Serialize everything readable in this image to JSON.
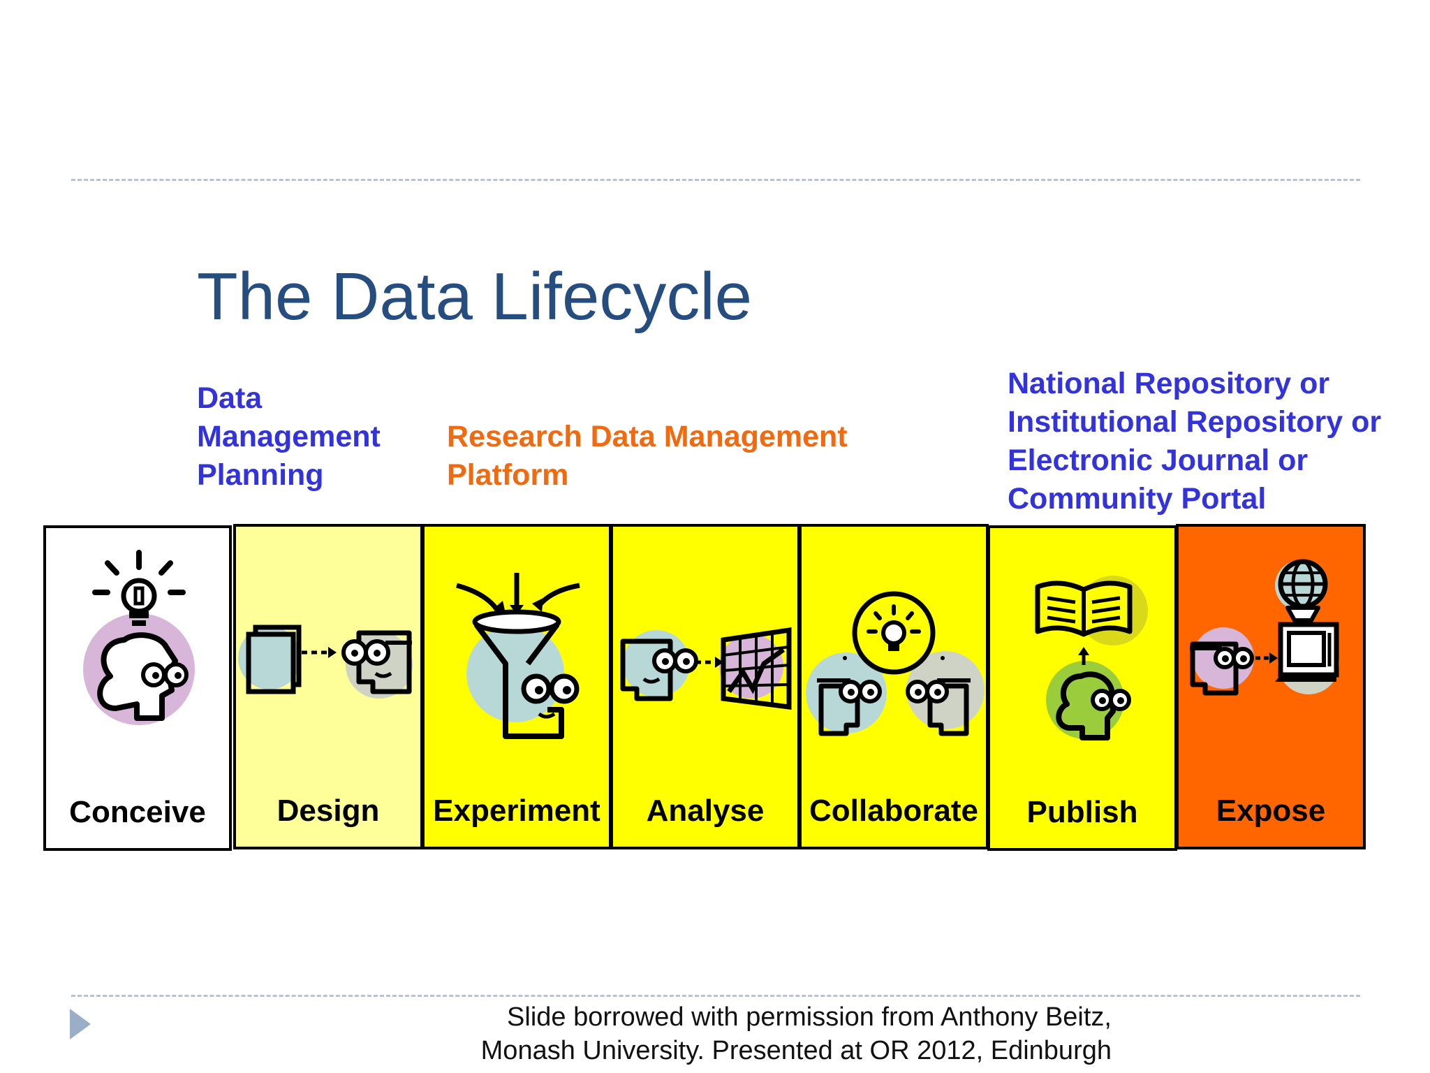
{
  "title": "The Data Lifecycle",
  "labels": {
    "dmp": [
      "Data",
      "Management",
      "Planning"
    ],
    "rdmp": [
      "Research Data Management",
      "Platform"
    ],
    "repository": [
      "National Repository or",
      "Institutional Repository or",
      "Electronic Journal or",
      "Community Portal"
    ]
  },
  "stages": [
    {
      "name": "Conceive",
      "icon": "lightbulb-thinker-icon",
      "color": "#ffffff"
    },
    {
      "name": "Design",
      "icon": "document-to-person-icon",
      "color": "#ffff99"
    },
    {
      "name": "Experiment",
      "icon": "funnel-person-icon",
      "color": "#ffff00"
    },
    {
      "name": "Analyse",
      "icon": "person-to-chart-icon",
      "color": "#ffff00"
    },
    {
      "name": "Collaborate",
      "icon": "two-people-idea-icon",
      "color": "#ffff00"
    },
    {
      "name": "Publish",
      "icon": "book-person-icon",
      "color": "#ffff00"
    },
    {
      "name": "Expose",
      "icon": "person-to-globe-computer-icon",
      "color": "#ff6600"
    }
  ],
  "colors": {
    "title": "#254d7f",
    "blue_label": "#3333dd",
    "orange_label": "#f26a10"
  },
  "credit": [
    "Slide borrowed with permission from Anthony Beitz,",
    "Monash University. Presented at OR 2012, Edinburgh"
  ]
}
